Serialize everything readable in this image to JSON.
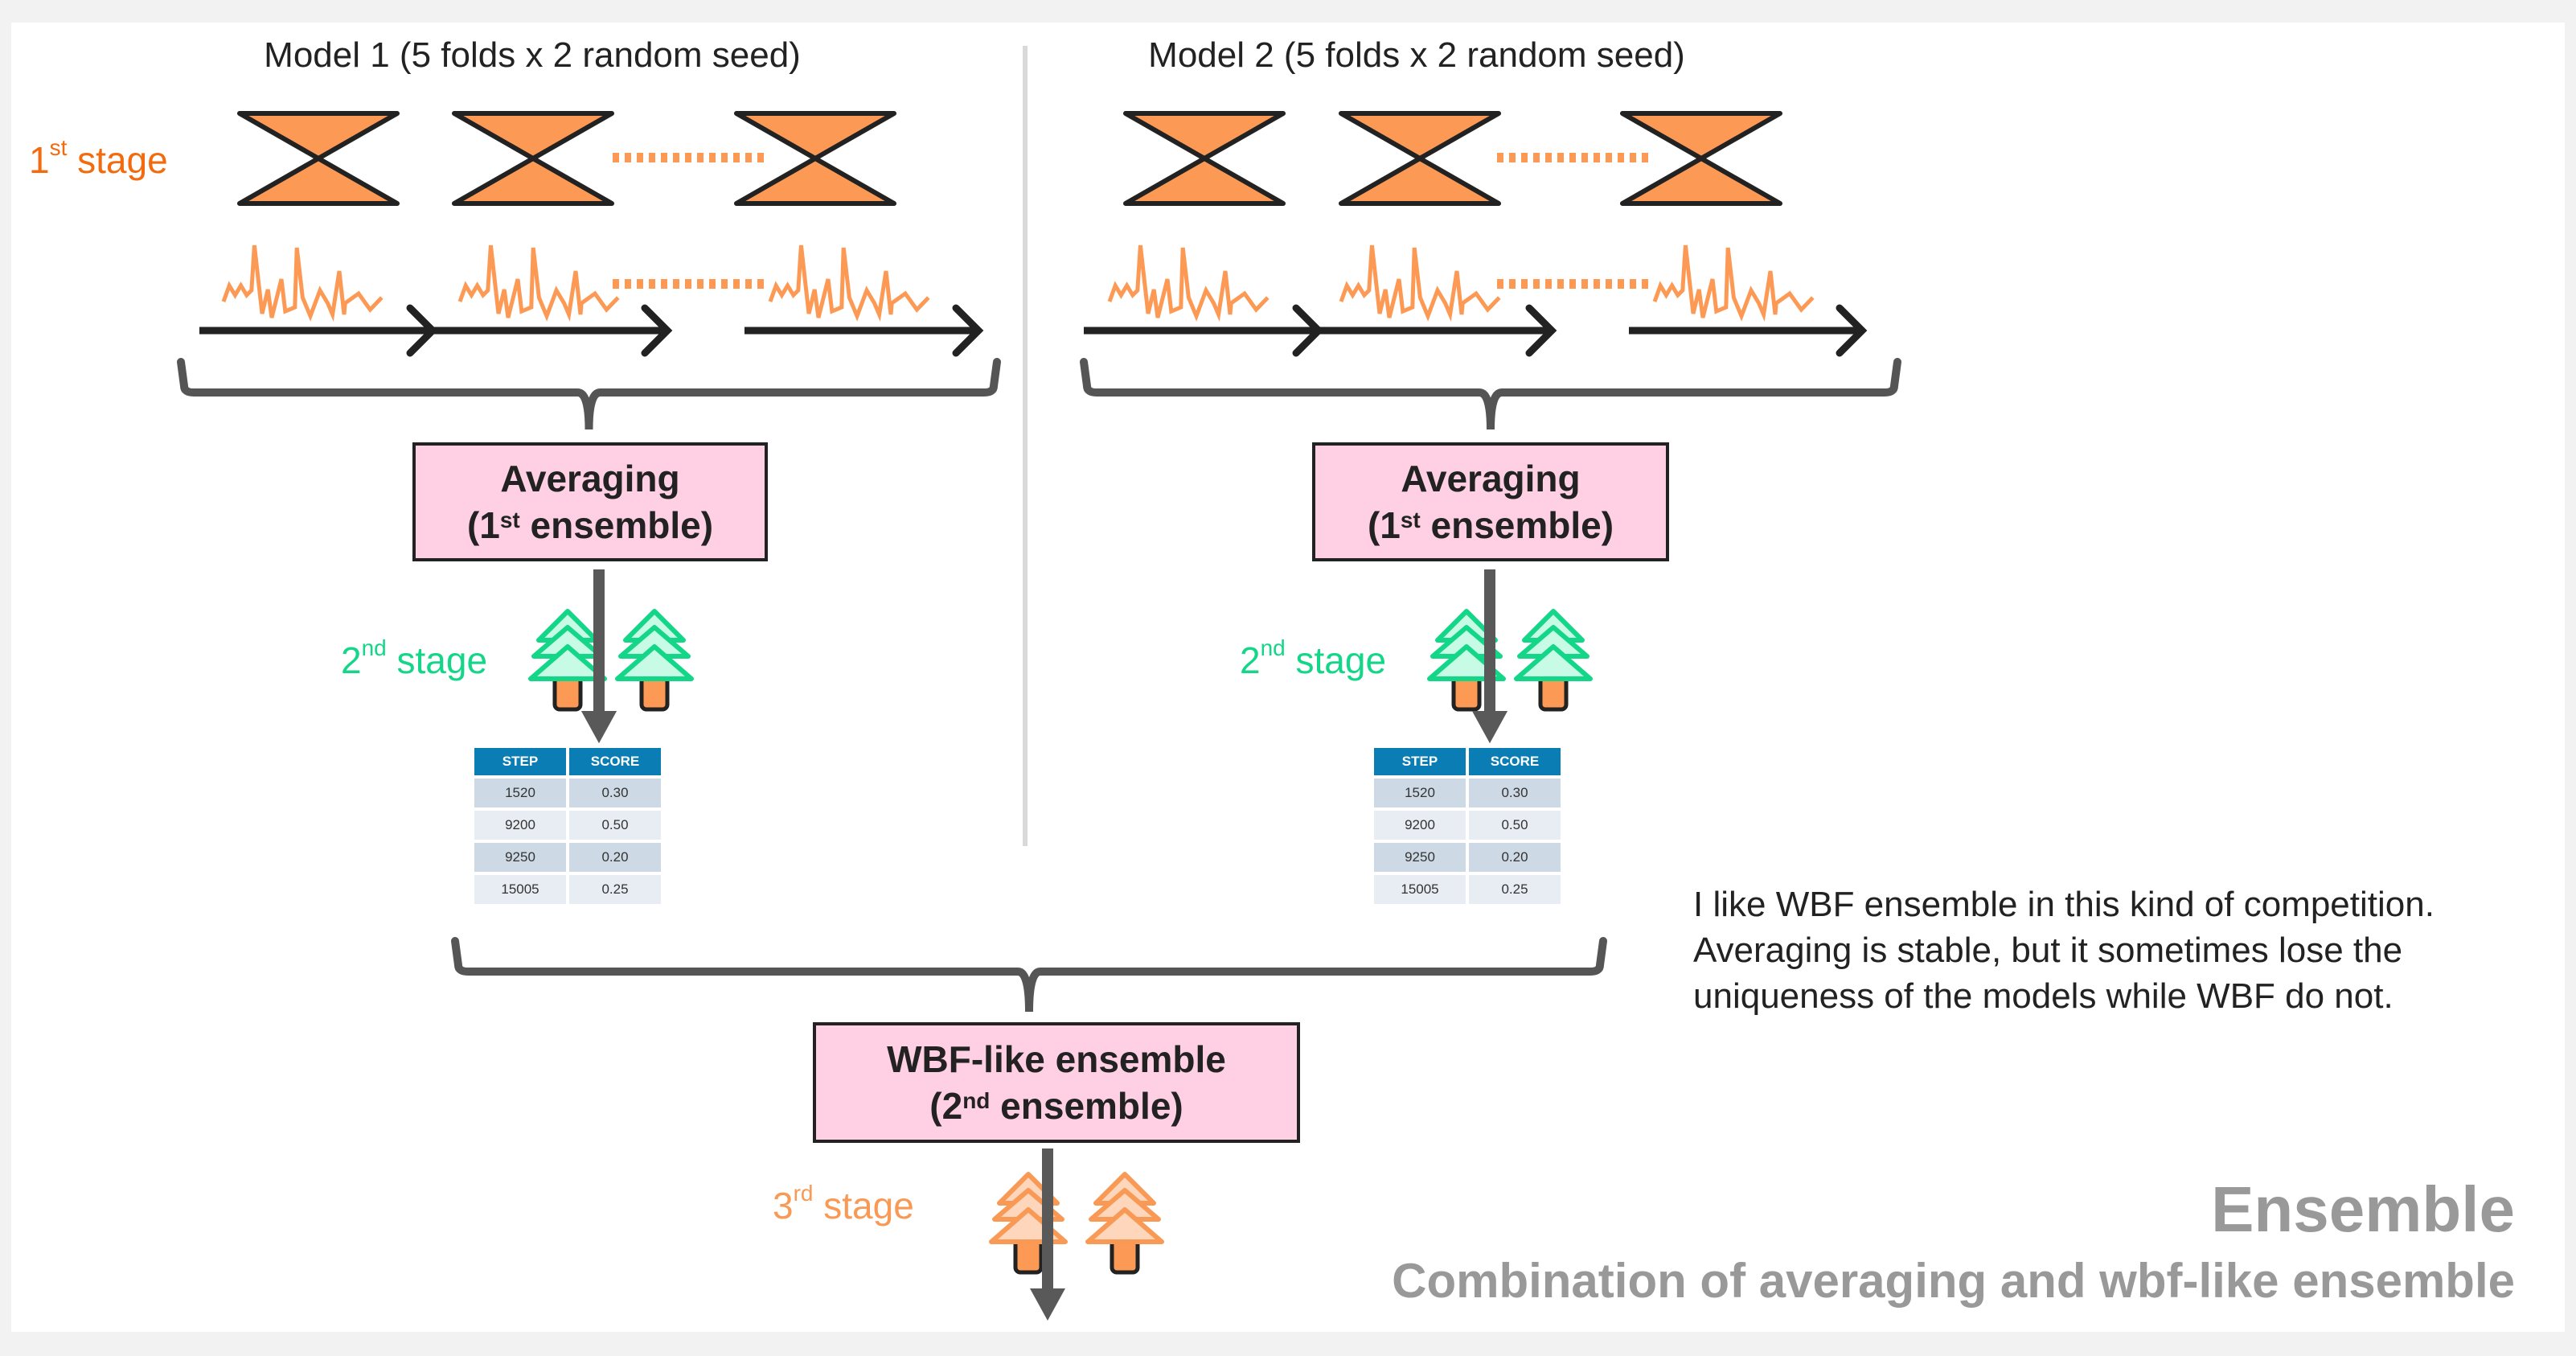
{
  "colors": {
    "stage1": "#f26b0f",
    "stage2": "#14d688",
    "stage3": "#f89a55",
    "model_fill": "#fc9a55",
    "box_fill": "#ffcfe3",
    "table_header": "#0b7db5",
    "title_gray": "#999999"
  },
  "models": [
    {
      "title": "Model 1 (5 folds x 2 random seed)",
      "averaging_box": {
        "line1": "Averaging",
        "line2_prefix": "(1",
        "line2_sup": "st",
        "line2_suffix": " ensemble)"
      },
      "table": {
        "headers": [
          "STEP",
          "SCORE"
        ],
        "rows": [
          [
            "1520",
            "0.30"
          ],
          [
            "9200",
            "0.50"
          ],
          [
            "9250",
            "0.20"
          ],
          [
            "15005",
            "0.25"
          ]
        ]
      }
    },
    {
      "title": "Model 2 (5 folds x 2 random seed)",
      "averaging_box": {
        "line1": "Averaging",
        "line2_prefix": "(1",
        "line2_sup": "st",
        "line2_suffix": " ensemble)"
      },
      "table": {
        "headers": [
          "STEP",
          "SCORE"
        ],
        "rows": [
          [
            "1520",
            "0.30"
          ],
          [
            "9200",
            "0.50"
          ],
          [
            "9250",
            "0.20"
          ],
          [
            "15005",
            "0.25"
          ]
        ]
      }
    }
  ],
  "stages": {
    "first": {
      "num": "1",
      "sup": "st",
      "label": " stage"
    },
    "second": {
      "num": "2",
      "sup": "nd",
      "label": " stage"
    },
    "third": {
      "num": "3",
      "sup": "rd",
      "label": " stage"
    }
  },
  "wbf_box": {
    "line1": "WBF-like ensemble",
    "line2_prefix": "(2",
    "line2_sup": "nd",
    "line2_suffix": " ensemble)"
  },
  "note": {
    "lines": [
      "I like WBF ensemble in this kind of competition.",
      "Averaging is stable, but it sometimes lose the",
      "uniqueness of the models while WBF do not."
    ]
  },
  "title": {
    "main": "Ensemble",
    "subtitle": "Combination of averaging and wbf-like ensemble"
  }
}
